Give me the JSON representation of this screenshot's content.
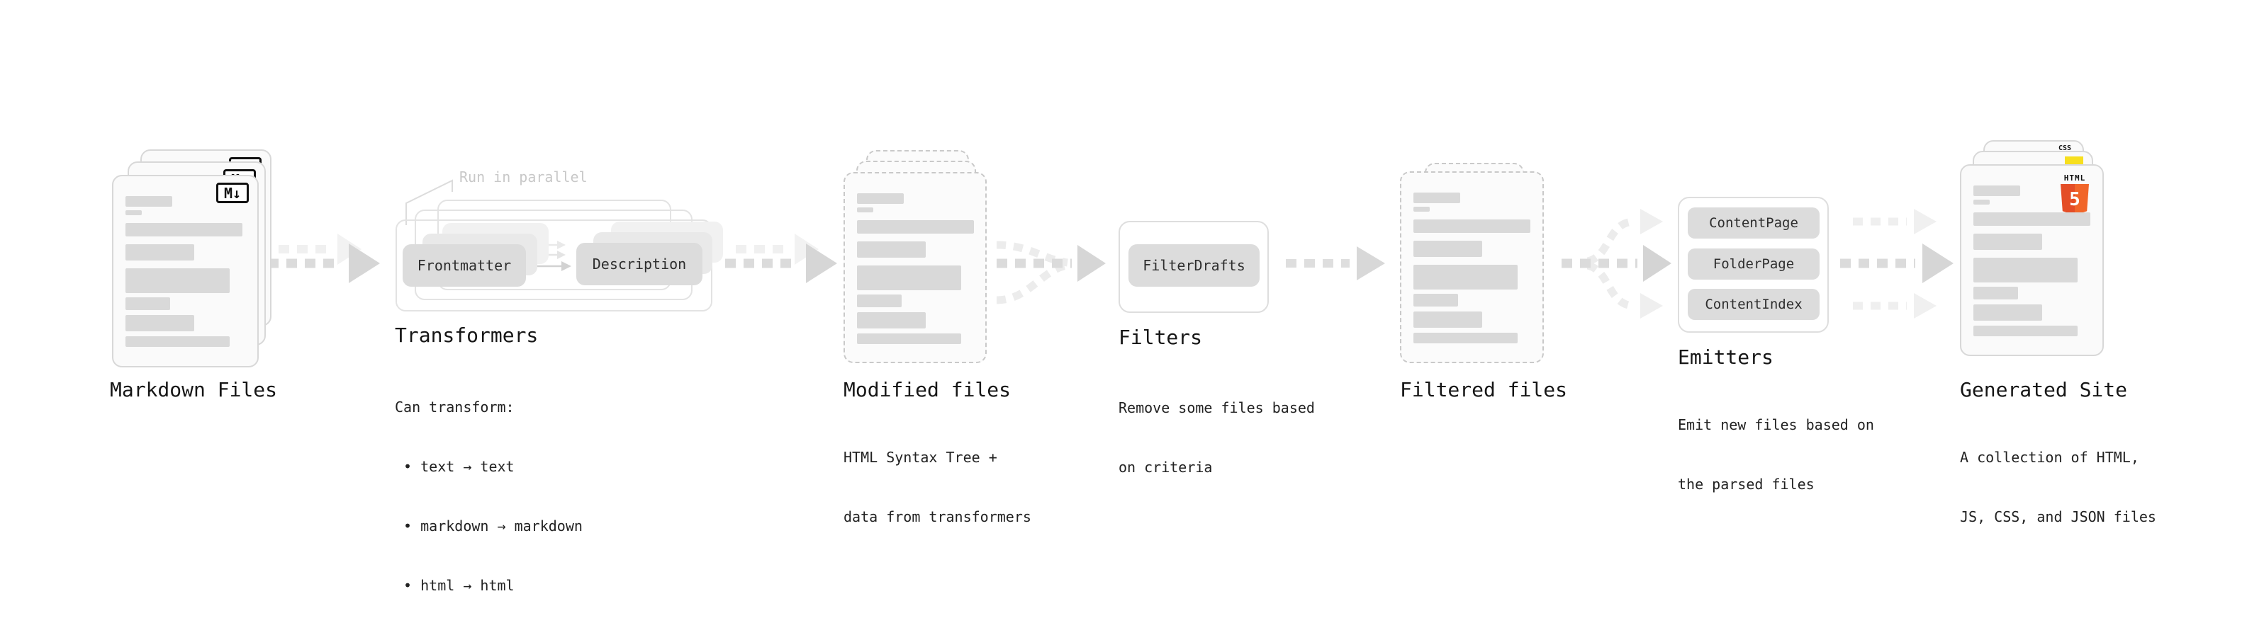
{
  "markdown": {
    "title": "Markdown Files",
    "badge": "M↓"
  },
  "transformers": {
    "title": "Transformers",
    "annotation": "Run in parallel",
    "pills": [
      "Frontmatter",
      "Description"
    ],
    "desc": [
      "Can transform:",
      " • text → text",
      " • markdown → markdown",
      " • html → html"
    ]
  },
  "modified": {
    "title": "Modified files",
    "desc": [
      "HTML Syntax Tree +",
      "data from transformers"
    ]
  },
  "filters": {
    "title": "Filters",
    "pills": [
      "FilterDrafts"
    ],
    "desc": [
      "Remove some files based",
      "on criteria"
    ]
  },
  "filtered": {
    "title": "Filtered files"
  },
  "emitters": {
    "title": "Emitters",
    "pills": [
      "ContentPage",
      "FolderPage",
      "ContentIndex"
    ],
    "desc": [
      "Emit new files based on",
      "the parsed files"
    ]
  },
  "generated": {
    "title": "Generated Site",
    "desc": [
      "A collection of HTML,",
      "JS, CSS, and JSON files"
    ],
    "css_badge": "CSS",
    "html_logo_label": "HTML",
    "html_logo_number": "5"
  },
  "colors": {
    "html5_orange": "#e44d26",
    "html5_orange_light": "#f16529",
    "js_yellow": "#f7df1e",
    "css_blue": "#2965f1",
    "placeholder_bar": "#d9d9d9",
    "arrow_gray": "#d9d9d9",
    "annotation_gray": "#c8c8c8"
  }
}
